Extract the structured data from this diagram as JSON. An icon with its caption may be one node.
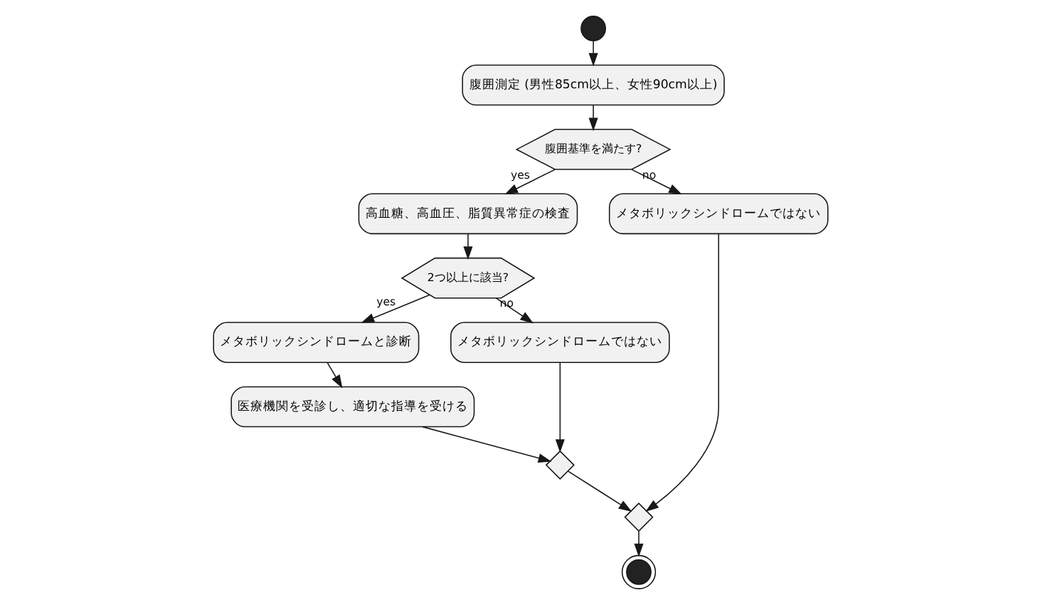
{
  "diagram": {
    "nodes": [
      {
        "text": [],
        "shape": "circle"
      },
      {
        "text": [
          "腹囲測定 (男性85cm以上、女性90cm以上)"
        ]
      },
      {
        "text": [
          "腹囲基準を満たす?"
        ]
      },
      {
        "text": [
          "高血糖、高血圧、脂質異常症の検査"
        ]
      },
      {
        "text": [
          "メタボリックシンドロームではない"
        ]
      },
      {
        "text": [
          "2つ以上に該当?"
        ]
      },
      {
        "text": [
          "メタボリックシンドロームと診断"
        ]
      },
      {
        "text": [
          "メタボリックシンドロームではない"
        ]
      },
      {
        "text": [
          "医療機関を受診し、適切な指導を受ける"
        ]
      },
      {
        "text": [],
        "shape": "diamond"
      },
      {
        "text": [],
        "shape": "diamond"
      },
      {
        "text": [],
        "shape": "circle"
      }
    ],
    "edges": [
      {
        "from": 0,
        "to": 1,
        "arrow": "to"
      },
      {
        "from": 1,
        "to": 2,
        "arrow": "to"
      },
      {
        "from": 2,
        "to": 3,
        "arrow": "to",
        "label": "yes"
      },
      {
        "from": 2,
        "to": 4,
        "arrow": "to",
        "label": "no"
      },
      {
        "from": 3,
        "to": 5,
        "arrow": "to"
      },
      {
        "from": 5,
        "to": 6,
        "arrow": "to",
        "label": "yes"
      },
      {
        "from": 5,
        "to": 7,
        "arrow": "to",
        "label": "no"
      },
      {
        "from": 6,
        "to": 8,
        "arrow": "to"
      },
      {
        "from": 8,
        "to": 9,
        "arrow": "to"
      },
      {
        "from": 7,
        "to": 9,
        "arrow": "to"
      },
      {
        "from": 9,
        "to": 10,
        "arrow": "to"
      },
      {
        "from": 4,
        "to": 10,
        "arrow": "to"
      },
      {
        "from": 10,
        "to": 11,
        "arrow": "to"
      }
    ]
  }
}
